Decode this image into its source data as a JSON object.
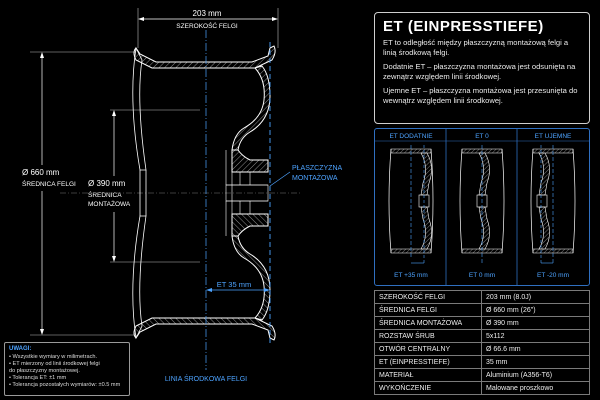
{
  "drawing": {
    "width_value": "203 mm",
    "width_label": "SZEROKOŚĆ FELGI",
    "diameter_value": "Ø 660 mm",
    "diameter_label": "ŚREDNICA FELGI",
    "mount_value": "Ø 390 mm",
    "mount_label_1": "ŚREDNICA",
    "mount_label_2": "MONTAŻOWA",
    "plane_label_1": "PŁASZCZYZNA",
    "plane_label_2": "MONTAŻOWA",
    "et_value": "ET 35 mm",
    "center_label": "LINIA ŚRODKOWA FELGI"
  },
  "info": {
    "title": "ET (EINPRESSTIEFE)",
    "p1": "ET to odległość między płaszczyzną montażową felgi a linią środkową felgi.",
    "p2": "Dodatnie ET – płaszczyzna montażowa jest odsunięta na zewnątrz względem linii środkowej.",
    "p3": "Ujemne ET – płaszczyzna montażowa jest przesunięta do wewnątrz względem linii środkowej."
  },
  "et_examples": [
    {
      "header": "ET DODATNIE",
      "value": "ET +35 mm"
    },
    {
      "header": "ET 0",
      "value": "ET 0 mm"
    },
    {
      "header": "ET UJEMNE",
      "value": "ET -20 mm"
    }
  ],
  "specs": [
    [
      "SZEROKOŚĆ FELGI",
      "203 mm (8.0J)"
    ],
    [
      "ŚREDNICA FELGI",
      "Ø 660 mm (26\")"
    ],
    [
      "ŚREDNICA MONTAŻOWA",
      "Ø 390 mm"
    ],
    [
      "ROZSTAW ŚRUB",
      "5x112"
    ],
    [
      "OTWÓR CENTRALNY",
      "Ø 66.6 mm"
    ],
    [
      "ET (EINPRESSTIEFE)",
      "35 mm"
    ],
    [
      "MATERIAŁ",
      "Aluminium (A356-T6)"
    ],
    [
      "WYKOŃCZENIE",
      "Malowane proszkowo"
    ]
  ],
  "notes": {
    "title": "UWAGI:",
    "items": [
      "• Wszystkie wymiary w milimetrach.",
      "• ET mierzony od linii środkowej felgi",
      "  do płaszczyzny montażowej.",
      "• Tolerancja ET: ±1 mm",
      "• Tolerancja pozostałych wymiarów: ±0.5 mm"
    ]
  }
}
